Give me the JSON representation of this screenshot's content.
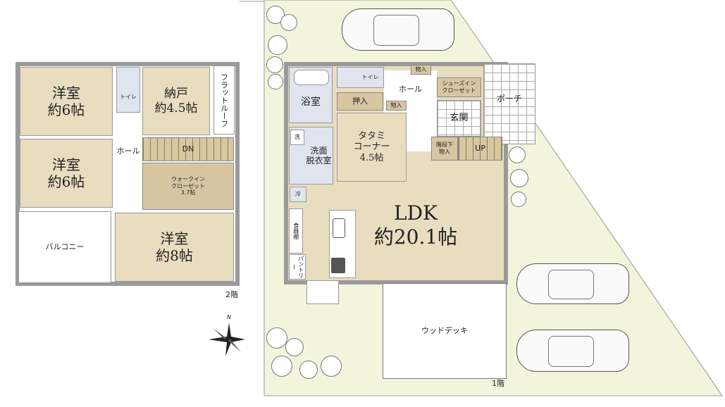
{
  "floor2": {
    "label": "2階",
    "rooms": {
      "western1": "洋室\n約6帖",
      "toilet": "トイレ",
      "storage": "納戸\n約4.5帖",
      "flat_roof": "フラットルーフ",
      "western2": "洋室\n約6帖",
      "hall": "ホール",
      "stairs": "DN",
      "wic": "ウォークイン\nクローゼット\n3.7帖",
      "balcony": "バルコニー",
      "western3": "洋室\n約8帖"
    }
  },
  "floor1": {
    "label": "1階",
    "rooms": {
      "bath": "浴室",
      "toilet": "トイレ",
      "oshiire": "押入",
      "storage1": "物入",
      "storage2": "物入",
      "hall": "ホール",
      "shoe_closet": "シューズイン\nクローゼット",
      "porch": "ポーチ",
      "entrance": "玄関",
      "washroom": "洗面\n脱衣室",
      "tatami": "タタミ\nコーナー\n4.5帖",
      "under_stairs": "階段下\n物入",
      "stairs": "UP",
      "ldk": "LDK\n約20.1帖",
      "fridge": "冷",
      "cupboard": "食器棚",
      "pantry": "パントリー",
      "washer": "洗",
      "wood_deck": "ウッドデッキ"
    }
  },
  "compass": {
    "north": "N"
  }
}
